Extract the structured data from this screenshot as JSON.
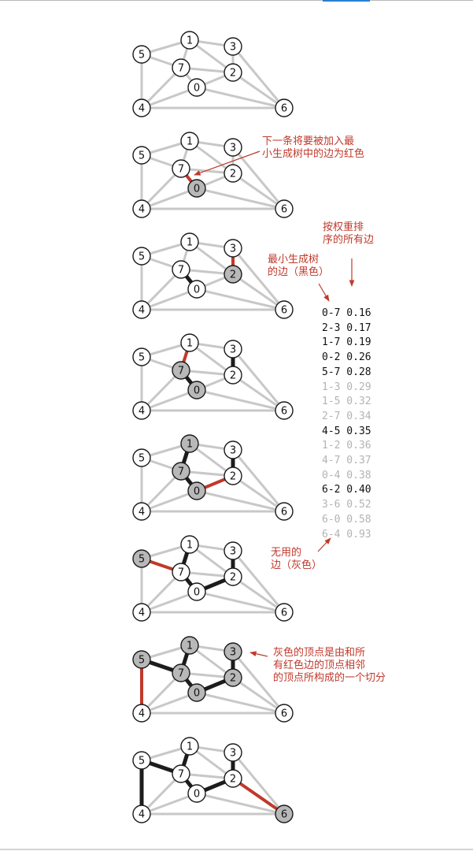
{
  "annotations": {
    "next_edge_lines": [
      "下一条将要被加入最",
      "小生成树中的边为红色"
    ],
    "sorted_lines": [
      "按权重排",
      "序的所有边"
    ],
    "mst_edges_lines": [
      "最小生成树",
      "的边（黑色）"
    ],
    "useless_lines": [
      "无用的",
      "边（灰色）"
    ],
    "cut_lines": [
      "灰色的顶点是由和所",
      "有红色边的顶点相邻",
      "的顶点所构成的一个切分"
    ]
  },
  "colors": {
    "mst_edge": "#1c1c1c",
    "candidate_edge": "#c0392b",
    "unused_edge": "#c8c8c8",
    "tree_vertex": "#b8b8b8",
    "other_vertex": "#ffffff",
    "annotation": "#c0392b"
  },
  "graph": {
    "vertices": [
      "0",
      "1",
      "2",
      "3",
      "4",
      "5",
      "6",
      "7"
    ],
    "edges": [
      {
        "v": "4",
        "w": "5"
      },
      {
        "v": "4",
        "w": "7"
      },
      {
        "v": "5",
        "w": "7"
      },
      {
        "v": "5",
        "w": "1"
      },
      {
        "v": "0",
        "w": "7"
      },
      {
        "v": "1",
        "w": "7"
      },
      {
        "v": "0",
        "w": "4"
      },
      {
        "v": "6",
        "w": "0"
      },
      {
        "v": "2",
        "w": "7"
      },
      {
        "v": "2",
        "w": "0"
      },
      {
        "v": "1",
        "w": "2"
      },
      {
        "v": "1",
        "w": "3"
      },
      {
        "v": "2",
        "w": "3"
      },
      {
        "v": "2",
        "w": "6"
      },
      {
        "v": "3",
        "w": "6"
      },
      {
        "v": "4",
        "w": "6"
      }
    ]
  },
  "steps": [
    {
      "tree": [],
      "mst": [],
      "red": [],
      "gray": []
    },
    {
      "tree": [],
      "mst": [],
      "red": [
        "0-7"
      ],
      "gray": [
        "0"
      ]
    },
    {
      "tree": [],
      "mst": [
        "0-7"
      ],
      "red": [
        "2-3"
      ],
      "gray": [
        "2"
      ]
    },
    {
      "tree": [],
      "mst": [
        "0-7",
        "2-3"
      ],
      "red": [
        "1-7"
      ],
      "gray": [
        "0",
        "7"
      ]
    },
    {
      "tree": [],
      "mst": [
        "0-7",
        "2-3",
        "1-7"
      ],
      "red": [
        "0-2"
      ],
      "gray": [
        "0",
        "1",
        "7"
      ]
    },
    {
      "tree": [],
      "mst": [
        "0-7",
        "2-3",
        "1-7",
        "0-2"
      ],
      "red": [
        "5-7"
      ],
      "gray": [
        "5"
      ]
    },
    {
      "tree": [],
      "mst": [
        "0-7",
        "2-3",
        "1-7",
        "0-2",
        "5-7"
      ],
      "red": [
        "4-5"
      ],
      "gray": [
        "0",
        "1",
        "2",
        "3",
        "5",
        "7"
      ]
    },
    {
      "tree": [],
      "mst": [
        "0-7",
        "2-3",
        "1-7",
        "0-2",
        "5-7",
        "4-5"
      ],
      "red": [
        "6-2"
      ],
      "gray": [
        "6"
      ]
    }
  ],
  "sorted_edges": [
    {
      "edge": "0-7",
      "weight": "0.16",
      "in_mst": true
    },
    {
      "edge": "2-3",
      "weight": "0.17",
      "in_mst": true
    },
    {
      "edge": "1-7",
      "weight": "0.19",
      "in_mst": true
    },
    {
      "edge": "0-2",
      "weight": "0.26",
      "in_mst": true
    },
    {
      "edge": "5-7",
      "weight": "0.28",
      "in_mst": true
    },
    {
      "edge": "1-3",
      "weight": "0.29",
      "in_mst": false
    },
    {
      "edge": "1-5",
      "weight": "0.32",
      "in_mst": false
    },
    {
      "edge": "2-7",
      "weight": "0.34",
      "in_mst": false
    },
    {
      "edge": "4-5",
      "weight": "0.35",
      "in_mst": true
    },
    {
      "edge": "1-2",
      "weight": "0.36",
      "in_mst": false
    },
    {
      "edge": "4-7",
      "weight": "0.37",
      "in_mst": false
    },
    {
      "edge": "0-4",
      "weight": "0.38",
      "in_mst": false
    },
    {
      "edge": "6-2",
      "weight": "0.40",
      "in_mst": true
    },
    {
      "edge": "3-6",
      "weight": "0.52",
      "in_mst": false
    },
    {
      "edge": "6-0",
      "weight": "0.58",
      "in_mst": false
    },
    {
      "edge": "6-4",
      "weight": "0.93",
      "in_mst": false
    }
  ]
}
